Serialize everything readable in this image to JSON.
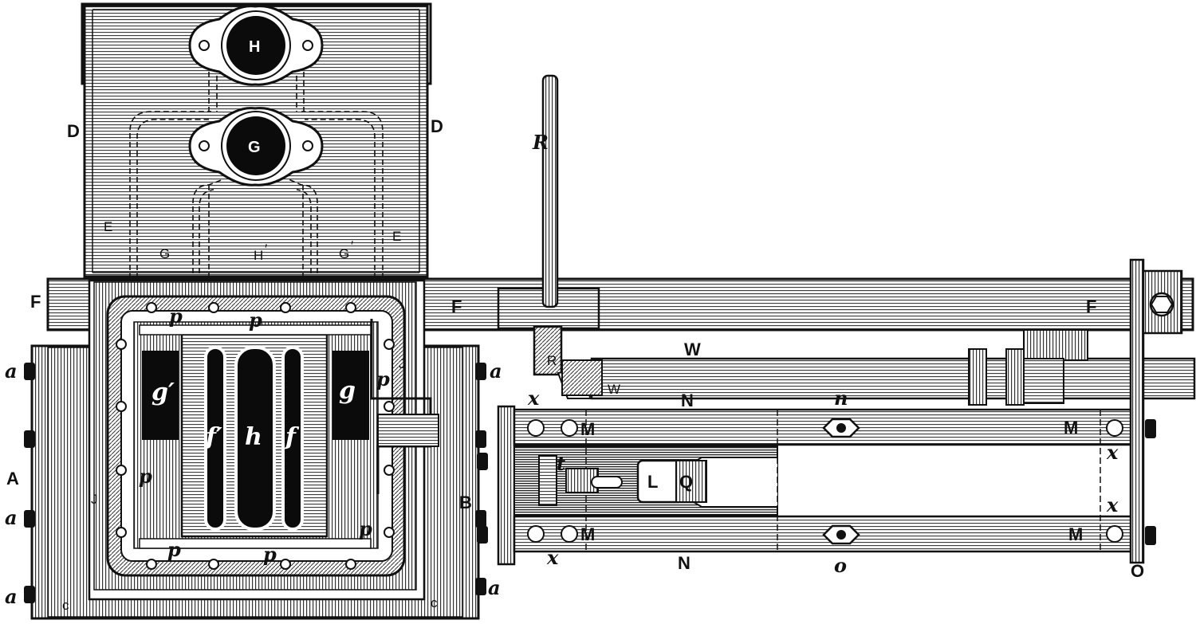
{
  "labels": {
    "A": "A",
    "B": "B",
    "D": "D",
    "E": "E",
    "F": "F",
    "G": "G",
    "G_prime": "G",
    "H": "H",
    "H_prime": "H",
    "J": "J",
    "L": "L",
    "M": "M",
    "N": "N",
    "O": "O",
    "Q": "Q",
    "R": "R",
    "W": "W",
    "a": "a",
    "c": "c",
    "f": "f",
    "f_prime": "f′",
    "g": "g",
    "g_prime": "g′",
    "h": "h",
    "n": "n",
    "o": "o",
    "p": "p",
    "t": "t",
    "x": "x",
    "prime": "′"
  },
  "colors": {
    "ink": "#111111",
    "paper": "#ffffff",
    "shade": "#9a9a9a"
  }
}
